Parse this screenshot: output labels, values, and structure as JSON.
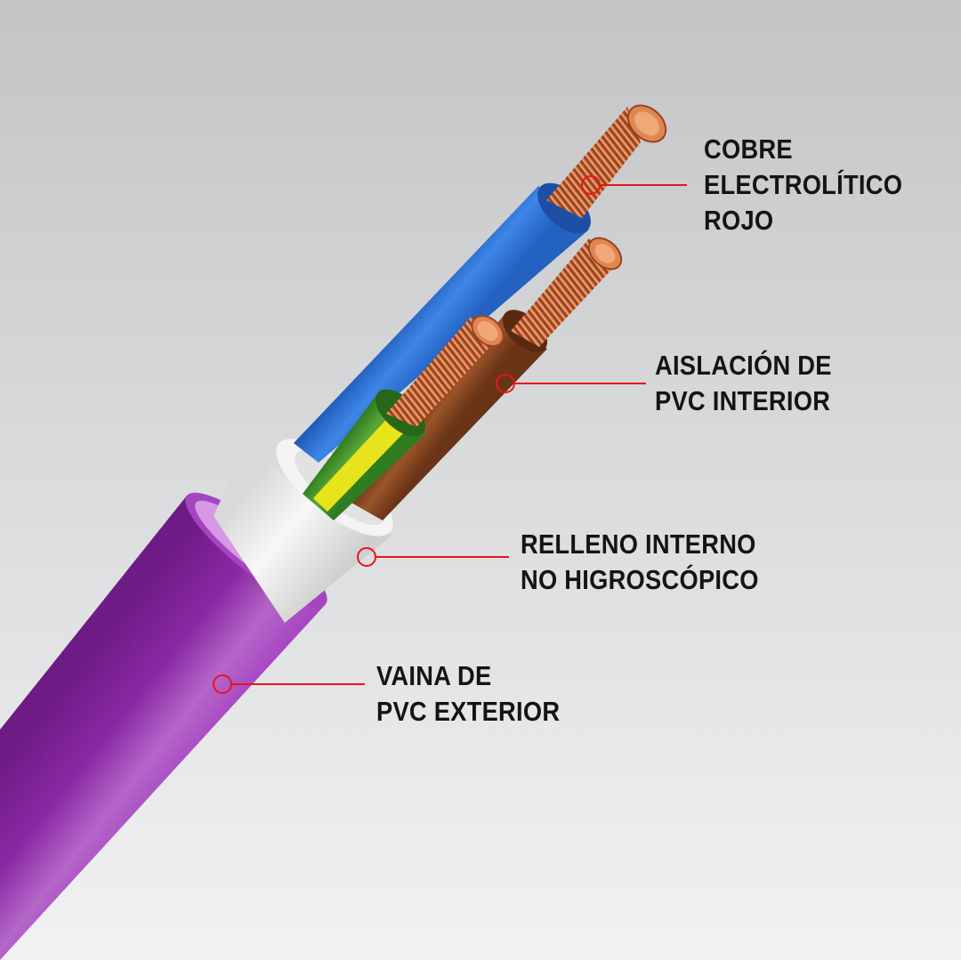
{
  "callouts": [
    {
      "id": "copper",
      "lines": [
        "COBRE",
        "ELECTROLÍTICO",
        "ROJO"
      ]
    },
    {
      "id": "inner-insulation",
      "lines": [
        "AISLACIÓN DE",
        "PVC INTERIOR"
      ]
    },
    {
      "id": "filler",
      "lines": [
        "RELLENO INTERNO",
        "NO HIGROSCÓPICO"
      ]
    },
    {
      "id": "outer-sheath",
      "lines": [
        "VAINA DE",
        "PVC EXTERIOR"
      ]
    }
  ],
  "colors": {
    "sheath": "#9b2fb8",
    "filler": "#eeeeee",
    "blue_insulation": "#2f6fd0",
    "brown_insulation": "#7a3e1c",
    "green_insulation": "#3d8f2a",
    "yellow_stripe": "#e6e21a",
    "copper": "#c86a3c",
    "pointer_line": "#e8141e",
    "text": "#141414"
  }
}
